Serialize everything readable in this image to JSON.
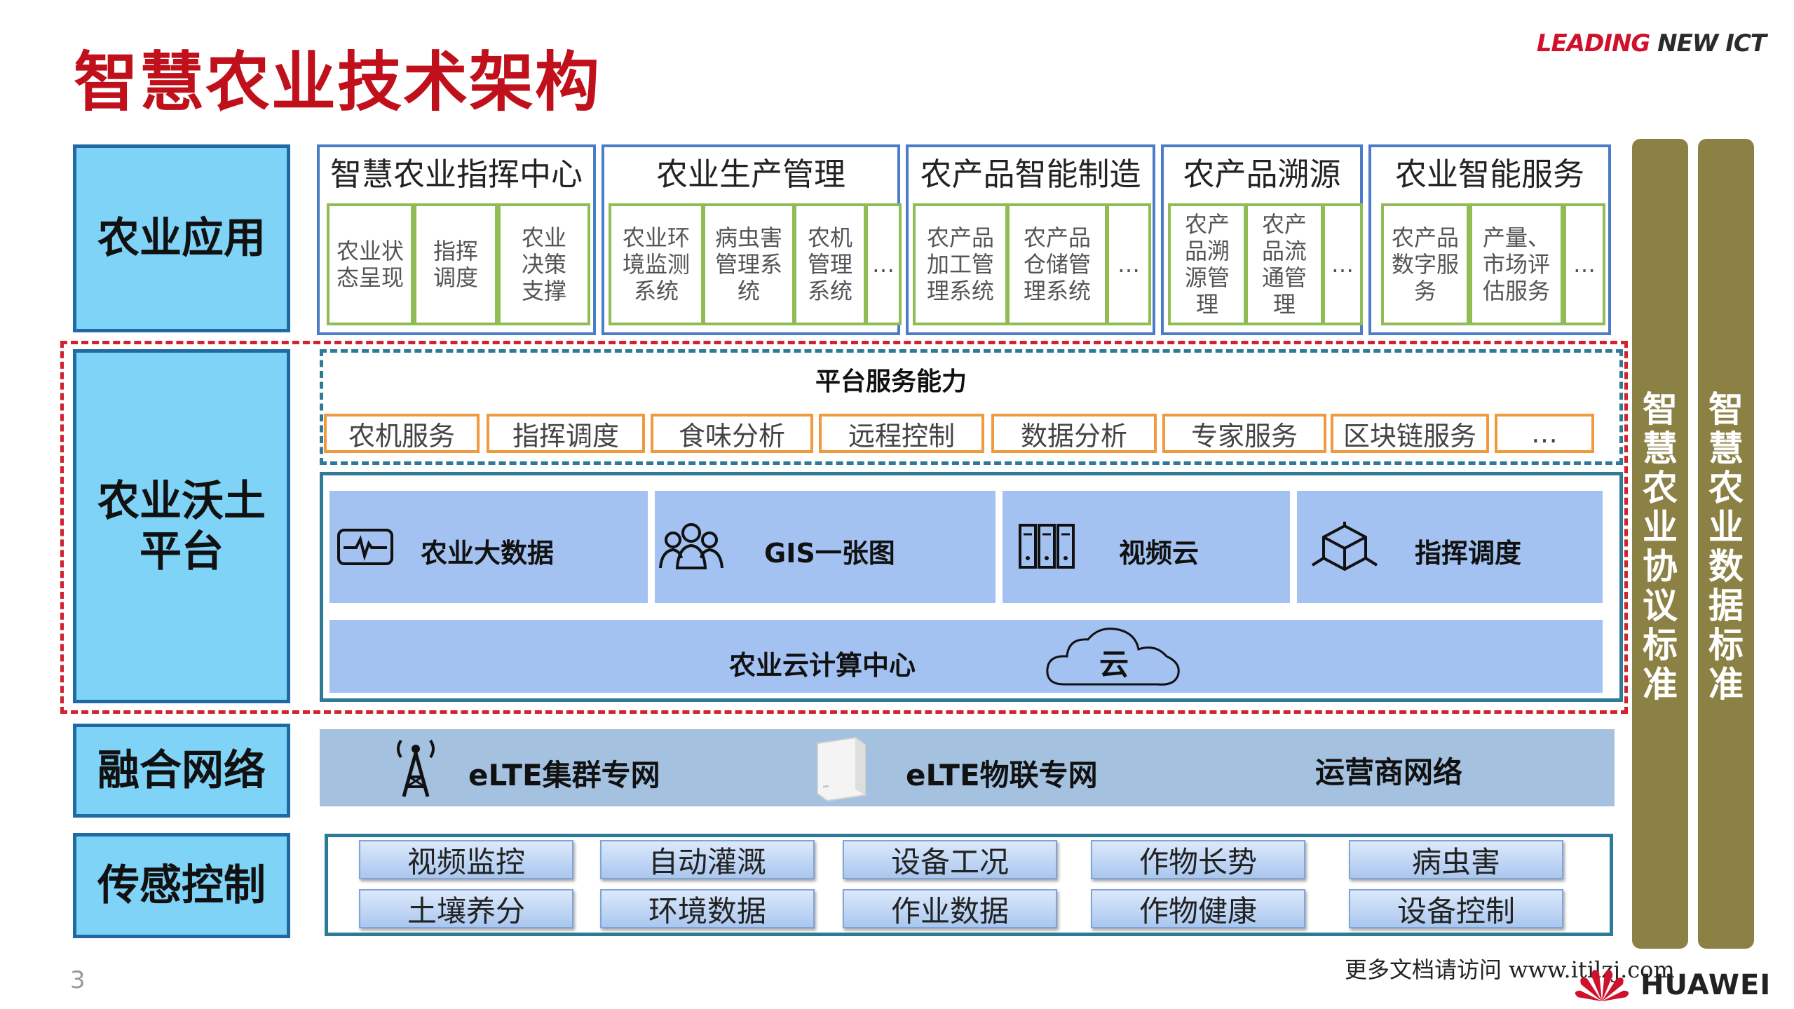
{
  "header": {
    "title": "智慧农业技术架构",
    "brand_top_red": "LEADING",
    "brand_top_dark": " NEW ICT"
  },
  "layers": {
    "application": "农业应用",
    "platform_line1": "农业沃土",
    "platform_line2": "平台",
    "network": "融合网络",
    "sensing": "传感控制"
  },
  "applications": [
    {
      "title": "智慧农业指挥中心",
      "items": [
        "农业状态呈现",
        "指挥调度",
        "农业决策支撑"
      ]
    },
    {
      "title": "农业生产管理",
      "items": [
        "农业环境监测系统",
        "病虫害管理系统",
        "农机管理系统",
        "…"
      ]
    },
    {
      "title": "农产品智能制造",
      "items": [
        "农产品加工管理系统",
        "农产品仓储管理系统",
        "…"
      ]
    },
    {
      "title": "农产品溯源",
      "items": [
        "农产品溯源管理",
        "农产品流通管理",
        "…"
      ]
    },
    {
      "title": "农业智能服务",
      "items": [
        "农产品数字服务",
        "产量、市场评估服务",
        "…"
      ]
    }
  ],
  "platform": {
    "service_title": "平台服务能力",
    "services": [
      "农机服务",
      "指挥调度",
      "食味分析",
      "远程控制",
      "数据分析",
      "专家服务",
      "区块链服务",
      "…"
    ],
    "blocks": [
      {
        "label": "农业大数据",
        "icon": "monitor-wave-icon"
      },
      {
        "label": "GIS一张图",
        "icon": "people-group-icon"
      },
      {
        "label": "视频云",
        "icon": "server-rack-icon"
      },
      {
        "label": "指挥调度",
        "icon": "cube-network-icon"
      }
    ],
    "cloud_center": "农业云计算中心",
    "cloud_label": "云"
  },
  "network": {
    "items": [
      {
        "label": "eLTE集群专网",
        "icon": "signal-tower-icon"
      },
      {
        "label": "eLTE物联专网",
        "icon": "iot-gateway-icon"
      },
      {
        "label": "运营商网络"
      }
    ]
  },
  "sensing": {
    "row1": [
      "视频监控",
      "自动灌溉",
      "设备工况",
      "作物长势",
      "病虫害"
    ],
    "row2": [
      "土壤养分",
      "环境数据",
      "作业数据",
      "作物健康",
      "设备控制"
    ]
  },
  "standards": [
    "智慧农业协议标准",
    "智慧农业数据标准"
  ],
  "footer": {
    "page_number": "3",
    "note": "更多文档请访问 www.itilzj.com",
    "brand": "HUAWEI"
  },
  "colors": {
    "title_red": "#c0101b",
    "layer_fill": "#7fd3f7",
    "layer_border": "#1f6aa5",
    "app_border": "#4a7cc9",
    "item_border": "#8fbd53",
    "service_border": "#f09a3e",
    "block_fill": "#a3c2f2",
    "standard_fill": "#8c8145",
    "platform_dash": "#d0232f"
  }
}
